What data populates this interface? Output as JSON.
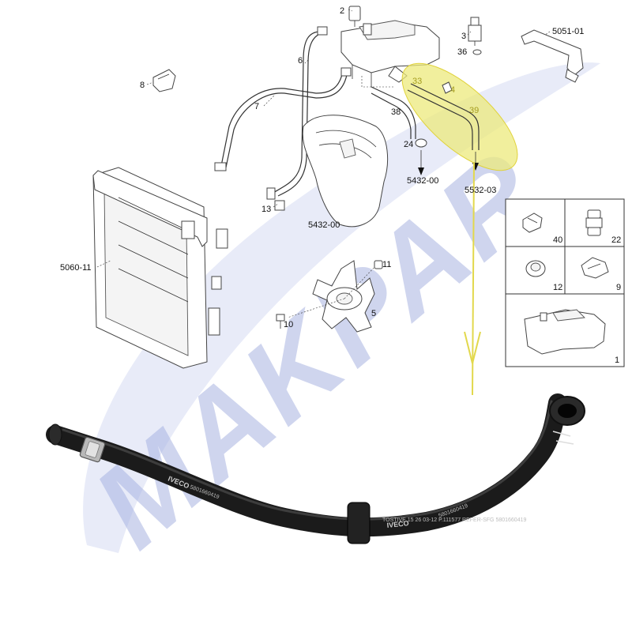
{
  "watermark": {
    "text": "MAKPAR",
    "color": "#8a9ad8"
  },
  "highlight_color": "#e8e04a",
  "callouts": {
    "c2": "2",
    "c3": "3",
    "c36": "36",
    "c5051": "5051-01",
    "c8": "8",
    "c6": "6",
    "c7": "7",
    "c33": "33",
    "c4": "4",
    "c39": "39",
    "c38": "38",
    "c24": "24",
    "c5432a": "5432-00",
    "c5532": "5532-03",
    "c13": "13",
    "c5432b": "5432-00",
    "c5060": "5060-11",
    "c11": "11",
    "c5": "5",
    "c10": "10"
  },
  "inset": {
    "cells": [
      "40",
      "22",
      "12",
      "9",
      "1"
    ]
  },
  "hose_print": {
    "brand": "IVECO",
    "code_a": "5801660419",
    "code_b": "TOSTIVE 15 26  03-12 P.111577  REFER-SFG 5801660419"
  }
}
